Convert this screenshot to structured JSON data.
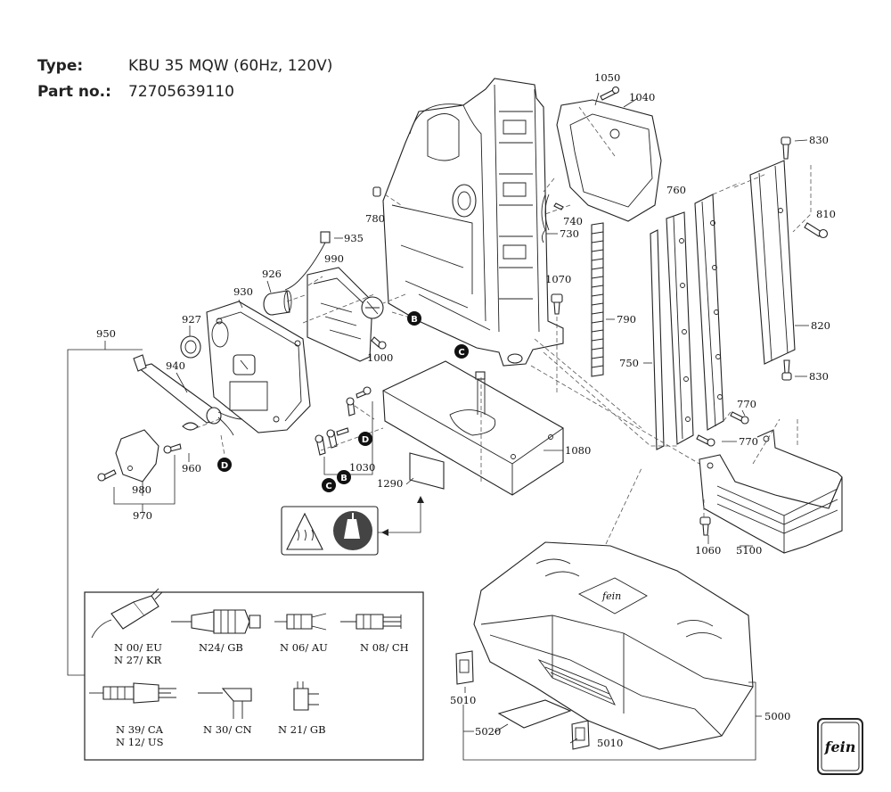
{
  "header": {
    "type_label": "Type:",
    "type_value": "KBU 35 MQW (60Hz, 120V)",
    "part_label": "Part no.:",
    "part_value": "72705639110"
  },
  "parts": {
    "p1050": "1050",
    "p1040": "1040",
    "p830a": "830",
    "p780": "780",
    "p740": "740",
    "p730": "730",
    "p760": "760",
    "p810": "810",
    "p935": "935",
    "p990": "990",
    "p926": "926",
    "p930": "930",
    "p1070": "1070",
    "p790": "790",
    "p820": "820",
    "p927": "927",
    "p950": "950",
    "p1000": "1000",
    "p940": "940",
    "p750": "750",
    "p830b": "830",
    "p770a": "770",
    "p770b": "770",
    "p960": "960",
    "p1030": "1030",
    "p1080": "1080",
    "p980": "980",
    "p1290": "1290",
    "p970": "970",
    "p1060": "1060",
    "p5100": "5100",
    "p5010a": "5010",
    "p5010b": "5010",
    "p5020": "5020",
    "p5000": "5000"
  },
  "markers": {
    "B": "B",
    "C": "C",
    "D": "D"
  },
  "plugs": {
    "n00": "N 00/ EU",
    "n27": "N 27/ KR",
    "n24": "N24/ GB",
    "n06": "N 06/ AU",
    "n08": "N 08/ CH",
    "n39": "N 39/ CA",
    "n12": "N 12/ US",
    "n30": "N 30/ CN",
    "n21": "N 21/ GB"
  },
  "logo": "fein"
}
